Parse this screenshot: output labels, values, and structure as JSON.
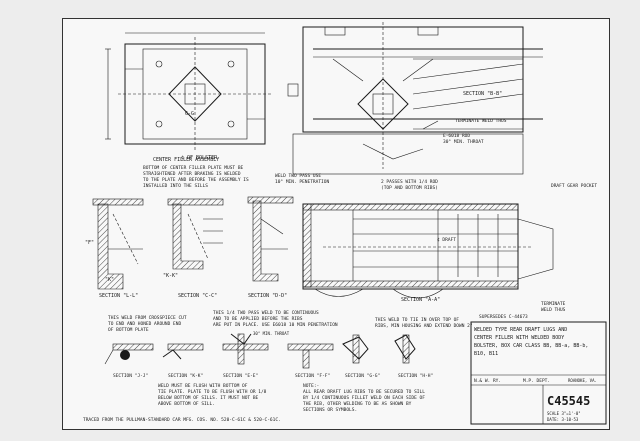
{
  "views": {
    "top_left_label": "¢ OF BOLSTER",
    "section_g_g": "G-G",
    "section_b_b": "SECTION \"B-B\"",
    "terminate_weld": "TERMINATE WELD THUS",
    "e_6018_rod": "E-6018 ROD",
    "e_6018_rod_2": "30° MIN. THROAT",
    "center_filler_title": "CENTER FILLER ASSEMBLY",
    "center_filler_note": [
      "BOTTOM OF CENTER FILLER PLATE MUST BE",
      "STRAIGHTENED AFTER BRAKING IS WELDED",
      "TO THE PLATE AND BEFORE THE ASSEMBLY IS",
      "INSTALLED INTO THE SILLS"
    ],
    "weld_two_pass": "WELD TWO PASS USE",
    "weld_two_pass_2": "10° MIN. PENETRATION",
    "two_passes": "2 PASSES WITH 1/4 ROD",
    "two_passes_2": "(TOP AND BOTTOM RIBS)",
    "draft_gear_pocket": "DRAFT GEAR POCKET",
    "section_l_l": "SECTION \"L-L\"",
    "section_c_c": "SECTION \"C-C\"",
    "section_d_d": "SECTION \"D-D\"",
    "section_a_a": "SECTION \"A-A\"",
    "section_k_k": "\"K-K\"",
    "section_j_j": "SECTION \"J-J\"",
    "section_k_k2": "SECTION \"K-K\"",
    "section_e_e": "SECTION \"E-E\"",
    "section_f_f": "SECTION \"F-F\"",
    "section_g_g2": "SECTION \"G-G\"",
    "section_h_h": "SECTION \"H-H\"",
    "terminate_weld_2": "TERMINATE",
    "terminate_weld_3": "WELD THUS",
    "center_label": "¢ DRAFT",
    "weld_crosspiece": [
      "THIS WELD FROM CROSSPIECE CUT",
      "TO END AND HONED AROUND END",
      "OF BOTTOM PLATE"
    ],
    "two_pass_weld": [
      "THIS 1/4 TWO PASS WELD TO BE CONTINUOUS",
      "AND TO BE APPLIED BEFORE THE RIBS",
      "ARE PUT IN PLACE. USE E6018 10 MIN PENETRATION"
    ],
    "min_throat": "30° MIN. THROAT",
    "weld_tie": [
      "THIS WELD TO TIE IN OVER TOP OF",
      "RIBS, MIN HOUSING AND EXTEND DOWN 2\""
    ],
    "weld_flush": [
      "WELD MUST BE FLUSH WITH BOTTOM OF",
      "TIE PLATE. PLATE TO BE FLUSH WITH OR 1/8",
      "BELOW BOTTOM OF SILLS. IT MUST NOT BE",
      "ABOVE BOTTOM OF SILL."
    ],
    "rear_draft_note": [
      "NOTE:-",
      "ALL REAR DRAFT LUG RIBS TO BE SECURED TO SILL",
      "BY 1/4 CONTINUOUS FILLET WELD ON EACH SIDE OF",
      "THE RIB, OTHER WELDING TO BE AS SHOWN BY",
      "SECTIONS OR SYMBOLS."
    ],
    "traced_from": "TRACED FROM THE PULLMAN-STANDARD CAR MFG. COS. NO. 520-C-61C & 520-C-61C."
  },
  "title_block": {
    "supersedes": "SUPERSEDES C-44673",
    "title": [
      "WELDED TYPE REAR DRAFT LUGS AND",
      "CENTER FILLER WITH WELDED BODY",
      "BOLSTER, BOX CAR CLASS BB, BB-a, BB-b,",
      "B10, B11"
    ],
    "company": "N.& W. RY.",
    "department": "M.P. DEPT.",
    "location": "ROANOKE, VA.",
    "drawing_no": "C45545",
    "scale": "SCALE 3\"=1'-0\"",
    "date": "DATE: 3-10-53"
  }
}
